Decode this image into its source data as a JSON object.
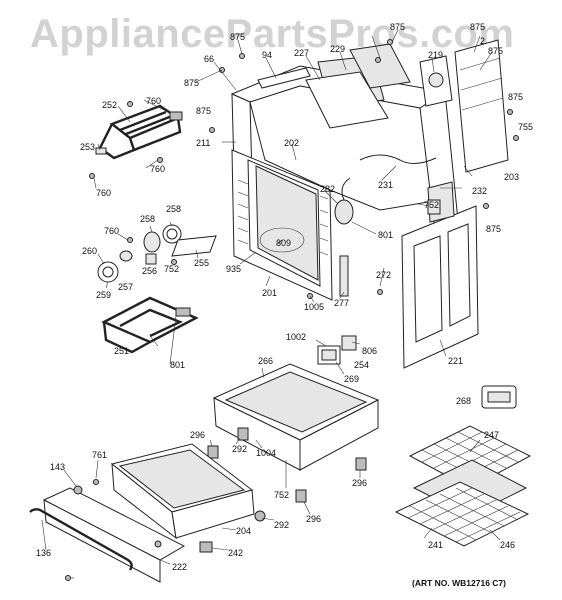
{
  "watermark": "AppliancePartsPros.com",
  "art_number": "(ART NO. WB12716 C7)",
  "labels": [
    {
      "id": "l875a",
      "text": "875"
    },
    {
      "id": "l875b",
      "text": "875"
    },
    {
      "id": "l875c",
      "text": "875"
    },
    {
      "id": "l875d",
      "text": "875"
    },
    {
      "id": "l875e",
      "text": "875"
    },
    {
      "id": "l875f",
      "text": "875"
    },
    {
      "id": "l875g",
      "text": "875"
    },
    {
      "id": "l875h",
      "text": "875"
    },
    {
      "id": "l219",
      "text": "219"
    },
    {
      "id": "l2",
      "text": "2"
    },
    {
      "id": "l66",
      "text": "66"
    },
    {
      "id": "l94",
      "text": "94"
    },
    {
      "id": "l227",
      "text": "227"
    },
    {
      "id": "l229",
      "text": "229"
    },
    {
      "id": "l755",
      "text": "755"
    },
    {
      "id": "l252",
      "text": "252"
    },
    {
      "id": "l760a",
      "text": "760"
    },
    {
      "id": "l760b",
      "text": "760"
    },
    {
      "id": "l760c",
      "text": "760"
    },
    {
      "id": "l760d",
      "text": "760"
    },
    {
      "id": "l253",
      "text": "253"
    },
    {
      "id": "l211",
      "text": "211"
    },
    {
      "id": "l202",
      "text": "202"
    },
    {
      "id": "l231",
      "text": "231"
    },
    {
      "id": "l203",
      "text": "203"
    },
    {
      "id": "l232",
      "text": "232"
    },
    {
      "id": "l282",
      "text": "282"
    },
    {
      "id": "l752a",
      "text": "752"
    },
    {
      "id": "l752b",
      "text": "752"
    },
    {
      "id": "l752c",
      "text": "752"
    },
    {
      "id": "l801a",
      "text": "801"
    },
    {
      "id": "l801b",
      "text": "801"
    },
    {
      "id": "l258a",
      "text": "258"
    },
    {
      "id": "l258b",
      "text": "258"
    },
    {
      "id": "l260",
      "text": "260"
    },
    {
      "id": "l256",
      "text": "256"
    },
    {
      "id": "l255",
      "text": "255"
    },
    {
      "id": "l257",
      "text": "257"
    },
    {
      "id": "l259",
      "text": "259"
    },
    {
      "id": "l809",
      "text": "809"
    },
    {
      "id": "l935",
      "text": "935"
    },
    {
      "id": "l201",
      "text": "201"
    },
    {
      "id": "l1005",
      "text": "1005"
    },
    {
      "id": "l277",
      "text": "277"
    },
    {
      "id": "l272",
      "text": "272"
    },
    {
      "id": "l251",
      "text": "251"
    },
    {
      "id": "l1002",
      "text": "1002"
    },
    {
      "id": "l806",
      "text": "806"
    },
    {
      "id": "l254",
      "text": "254"
    },
    {
      "id": "l269",
      "text": "269"
    },
    {
      "id": "l266",
      "text": "266"
    },
    {
      "id": "l221",
      "text": "221"
    },
    {
      "id": "l268",
      "text": "268"
    },
    {
      "id": "l247",
      "text": "247"
    },
    {
      "id": "l296a",
      "text": "296"
    },
    {
      "id": "l296b",
      "text": "296"
    },
    {
      "id": "l296c",
      "text": "296"
    },
    {
      "id": "l292a",
      "text": "292"
    },
    {
      "id": "l292b",
      "text": "292"
    },
    {
      "id": "l1004",
      "text": "1004"
    },
    {
      "id": "l143",
      "text": "143"
    },
    {
      "id": "l761",
      "text": "761"
    },
    {
      "id": "l204",
      "text": "204"
    },
    {
      "id": "l242",
      "text": "242"
    },
    {
      "id": "l222",
      "text": "222"
    },
    {
      "id": "l136",
      "text": "136"
    },
    {
      "id": "l241",
      "text": "241"
    },
    {
      "id": "l246",
      "text": "246"
    }
  ]
}
